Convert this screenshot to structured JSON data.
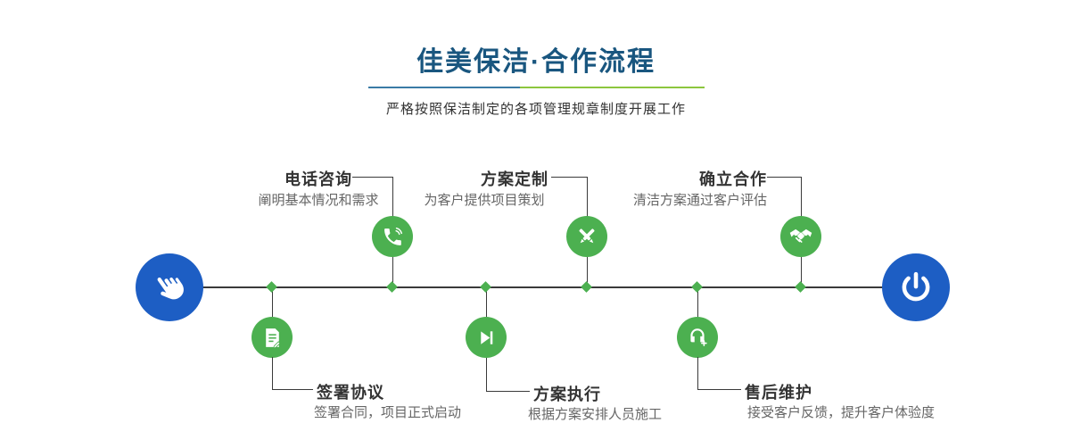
{
  "header": {
    "title": "佳美保洁·合作流程",
    "subtitle": "严格按照保洁制定的各项管理规章制度开展工作"
  },
  "colors": {
    "title_blue": "#19567f",
    "accent_green": "#4cb050",
    "node_blue": "#1d5ec4",
    "line_dark": "#3a3a3a",
    "underline_blue": "#3a7ba6",
    "underline_green": "#8cc63e",
    "text_dark": "#333333",
    "text_gray": "#666666"
  },
  "timeline": {
    "start_icon": "hand-pointer-icon",
    "end_icon": "power-icon"
  },
  "steps": {
    "top": [
      {
        "title": "电话咨询",
        "desc": "阐明基本情况和需求",
        "icon": "phone-icon"
      },
      {
        "title": "方案定制",
        "desc": "为客户提供项目策划",
        "icon": "pen-ruler-icon"
      },
      {
        "title": "确立合作",
        "desc": "清洁方案通过客户评估",
        "icon": "handshake-icon"
      }
    ],
    "bottom": [
      {
        "title": "签署协议",
        "desc": "签署合同，项目正式启动",
        "icon": "contract-icon"
      },
      {
        "title": "方案执行",
        "desc": "根据方案安排人员施工",
        "icon": "play-next-icon"
      },
      {
        "title": "售后维护",
        "desc": "接受客户反馈，提升客户体验度",
        "icon": "headset-plus-icon"
      }
    ]
  }
}
